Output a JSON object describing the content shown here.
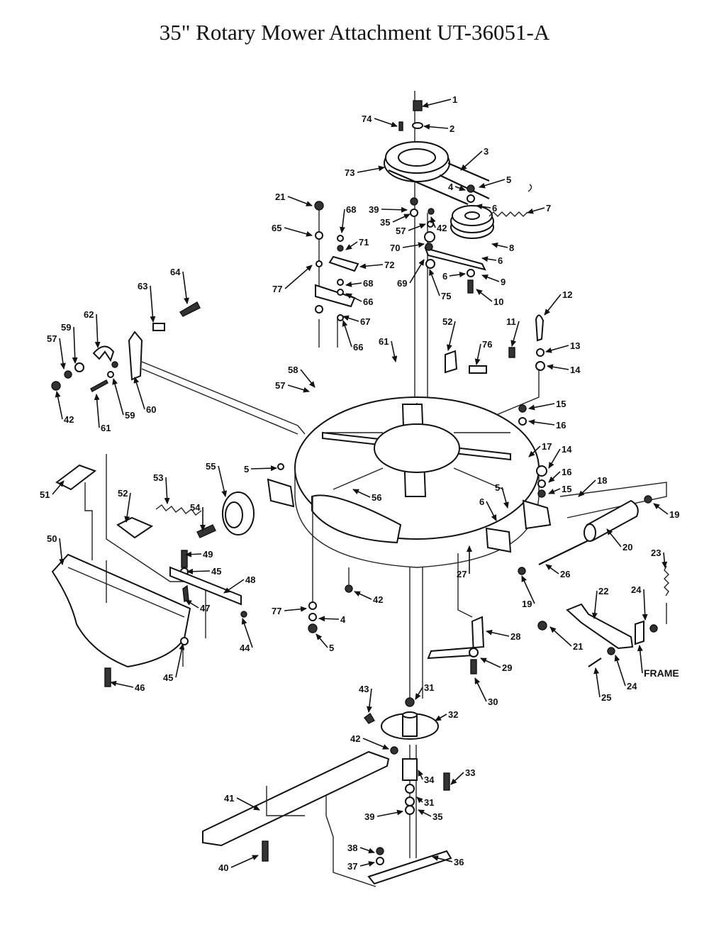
{
  "title": "35\" Rotary Mower Attachment UT-36051-A",
  "callouts": [
    {
      "text": "1"
    },
    {
      "text": "2"
    },
    {
      "text": "74"
    },
    {
      "text": "3"
    },
    {
      "text": "73"
    },
    {
      "text": "5"
    },
    {
      "text": "4"
    },
    {
      "text": "6"
    },
    {
      "text": "7"
    },
    {
      "text": "39"
    },
    {
      "text": "35"
    },
    {
      "text": "57"
    },
    {
      "text": "42"
    },
    {
      "text": "70"
    },
    {
      "text": "8"
    },
    {
      "text": "6"
    },
    {
      "text": "69"
    },
    {
      "text": "75"
    },
    {
      "text": "6"
    },
    {
      "text": "9"
    },
    {
      "text": "10"
    },
    {
      "text": "21"
    },
    {
      "text": "65"
    },
    {
      "text": "68"
    },
    {
      "text": "71"
    },
    {
      "text": "72"
    },
    {
      "text": "77"
    },
    {
      "text": "68"
    },
    {
      "text": "66"
    },
    {
      "text": "67"
    },
    {
      "text": "66"
    },
    {
      "text": "64"
    },
    {
      "text": "63"
    },
    {
      "text": "62"
    },
    {
      "text": "59"
    },
    {
      "text": "57"
    },
    {
      "text": "42"
    },
    {
      "text": "61"
    },
    {
      "text": "59"
    },
    {
      "text": "60"
    },
    {
      "text": "12"
    },
    {
      "text": "11"
    },
    {
      "text": "13"
    },
    {
      "text": "14"
    },
    {
      "text": "52"
    },
    {
      "text": "76"
    },
    {
      "text": "61"
    },
    {
      "text": "58"
    },
    {
      "text": "57"
    },
    {
      "text": "15"
    },
    {
      "text": "16"
    },
    {
      "text": "17"
    },
    {
      "text": "14"
    },
    {
      "text": "16"
    },
    {
      "text": "15"
    },
    {
      "text": "18"
    },
    {
      "text": "19"
    },
    {
      "text": "51"
    },
    {
      "text": "53"
    },
    {
      "text": "52"
    },
    {
      "text": "55"
    },
    {
      "text": "54"
    },
    {
      "text": "5"
    },
    {
      "text": "56"
    },
    {
      "text": "5"
    },
    {
      "text": "6"
    },
    {
      "text": "20"
    },
    {
      "text": "23"
    },
    {
      "text": "26"
    },
    {
      "text": "27"
    },
    {
      "text": "19"
    },
    {
      "text": "50"
    },
    {
      "text": "49"
    },
    {
      "text": "45"
    },
    {
      "text": "48"
    },
    {
      "text": "47"
    },
    {
      "text": "44"
    },
    {
      "text": "45"
    },
    {
      "text": "46"
    },
    {
      "text": "77"
    },
    {
      "text": "4"
    },
    {
      "text": "5"
    },
    {
      "text": "42"
    },
    {
      "text": "22"
    },
    {
      "text": "24"
    },
    {
      "text": "21"
    },
    {
      "text": "24"
    },
    {
      "text": "25"
    },
    {
      "text": "FRAME"
    },
    {
      "text": "28"
    },
    {
      "text": "29"
    },
    {
      "text": "30"
    },
    {
      "text": "43"
    },
    {
      "text": "31"
    },
    {
      "text": "32"
    },
    {
      "text": "42"
    },
    {
      "text": "33"
    },
    {
      "text": "34"
    },
    {
      "text": "31"
    },
    {
      "text": "41"
    },
    {
      "text": "39"
    },
    {
      "text": "35"
    },
    {
      "text": "38"
    },
    {
      "text": "37"
    },
    {
      "text": "36"
    },
    {
      "text": "40"
    }
  ]
}
